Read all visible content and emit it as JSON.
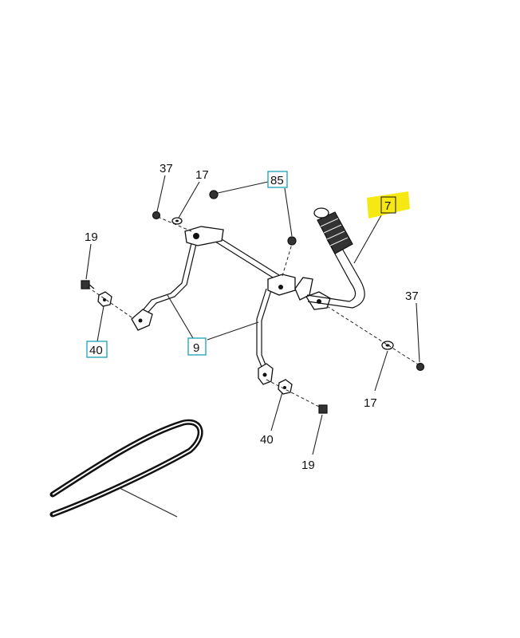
{
  "callouts": {
    "c37a": "37",
    "c17a": "17",
    "c85": "85",
    "c7": "7",
    "c19a": "19",
    "c40a": "40",
    "c9": "9",
    "c37b": "37",
    "c17b": "17",
    "c40b": "40",
    "c19b": "19"
  },
  "colors": {
    "highlight": "#f6e812",
    "callout_box": "#1aa0b5"
  }
}
